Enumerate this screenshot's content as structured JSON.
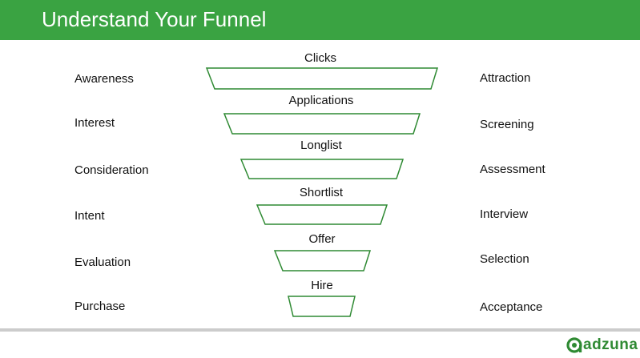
{
  "header": {
    "title": "Understand Your Funnel"
  },
  "left_stages": [
    "Awareness",
    "Interest",
    "Consideration",
    "Intent",
    "Evaluation",
    "Purchase"
  ],
  "right_stages": [
    "Attraction",
    "Screening",
    "Assessment",
    "Interview",
    "Selection",
    "Acceptance"
  ],
  "funnel_labels": [
    "Clicks",
    "Applications",
    "Longlist",
    "Shortlist",
    "Offer",
    "Hire"
  ],
  "colors": {
    "brand_green": "#3aa342",
    "funnel_stroke": "#2f8a33",
    "divider": "#cccccc"
  },
  "logo": {
    "text": "adzuna"
  }
}
